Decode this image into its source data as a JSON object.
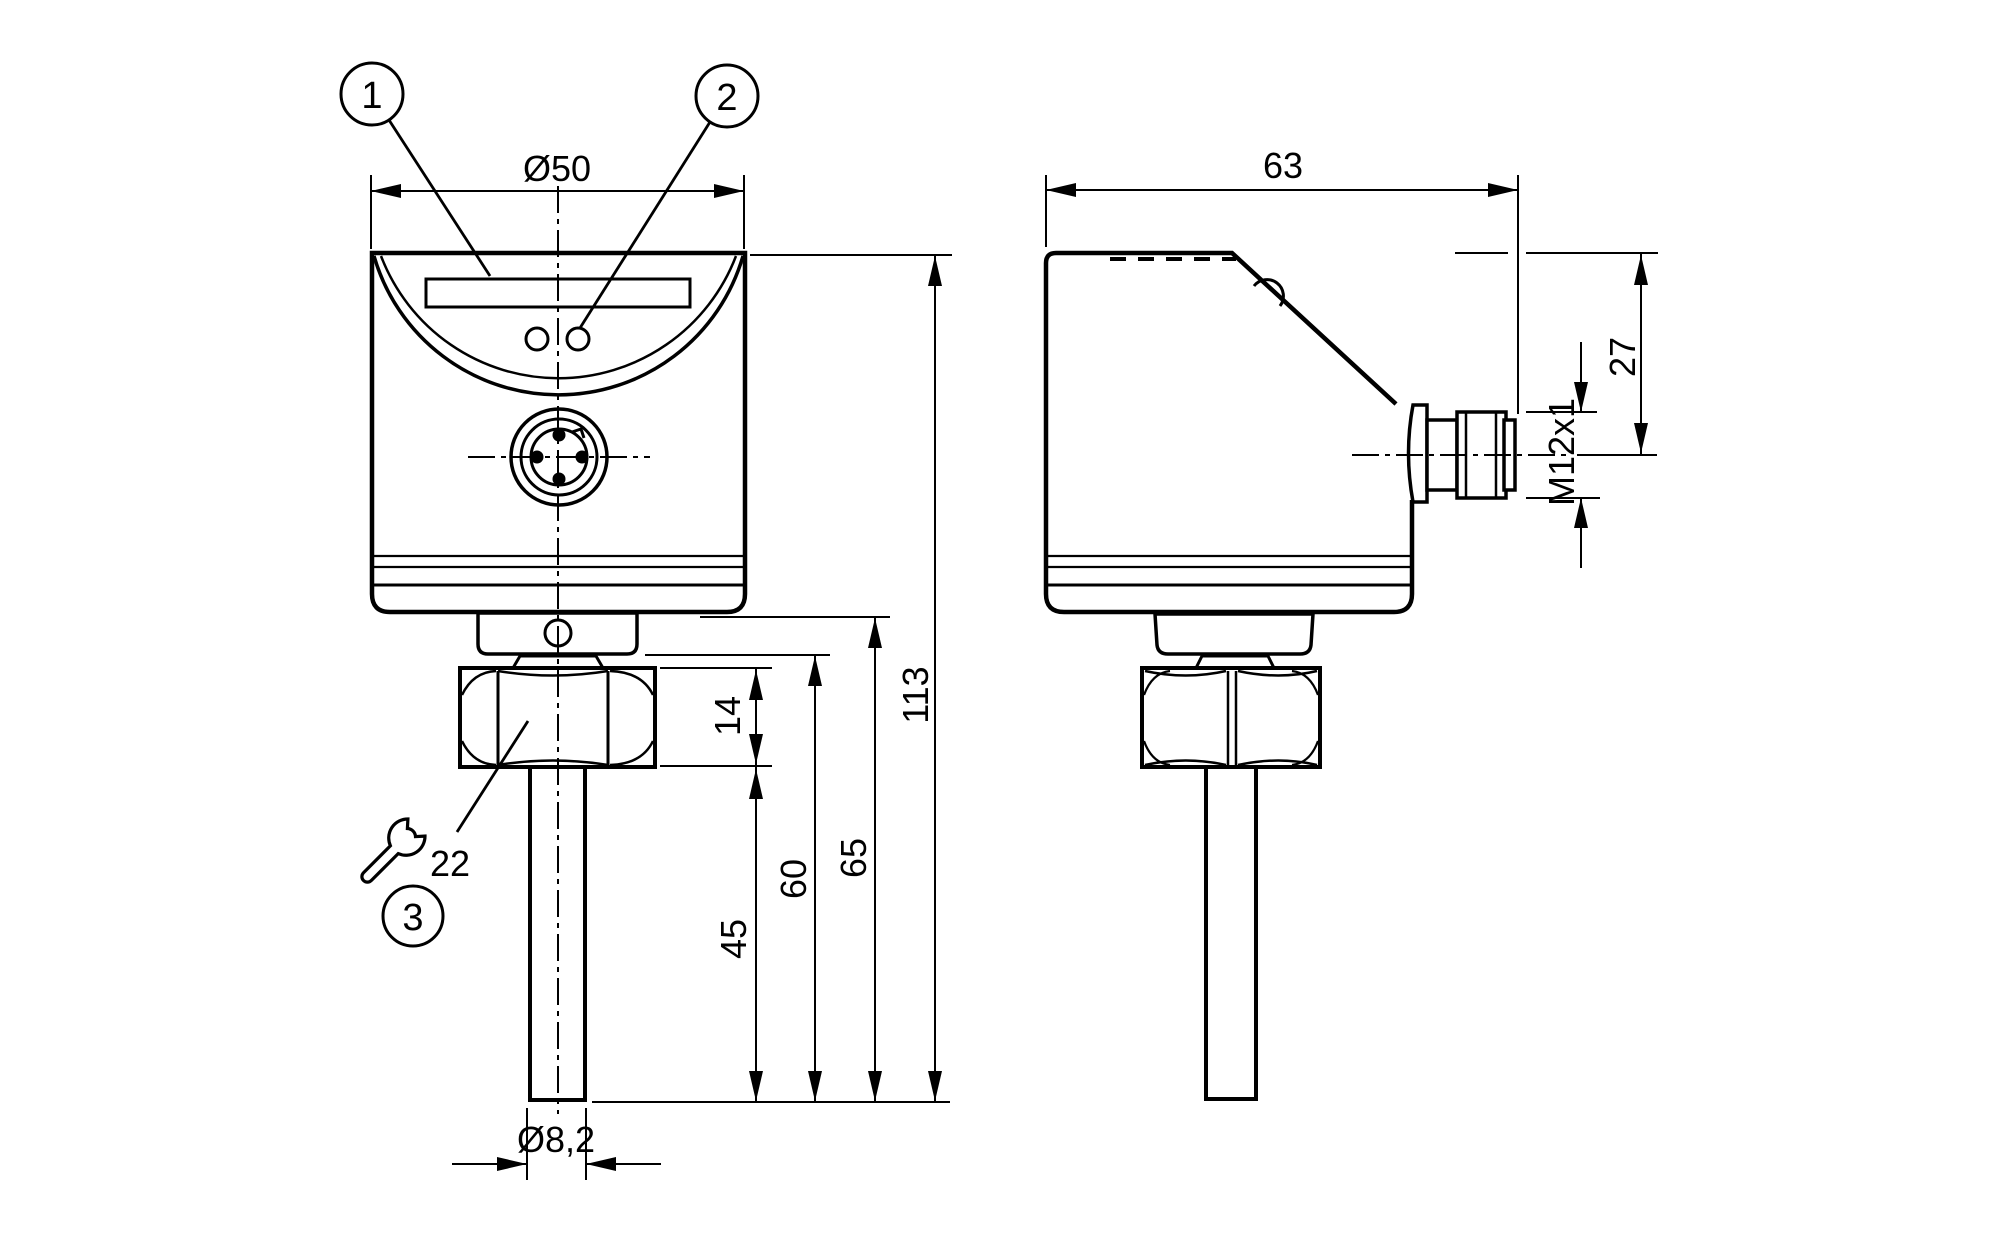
{
  "colors": {
    "line": "#000000",
    "background": "#ffffff"
  },
  "front_view": {
    "dim_width": "Ø50",
    "dim_total_height": "113",
    "dim_tip_to_thread": "65",
    "dim_tip_to_nut_top": "60",
    "dim_tip_to_nut_bottom": "45",
    "dim_nut_height": "14",
    "dim_probe_diameter": "Ø8,2",
    "wrench_size": "22",
    "callouts": {
      "display": "1",
      "led": "2",
      "wrench": "3"
    }
  },
  "side_view": {
    "dim_depth": "63",
    "dim_top_to_connector_axis": "27",
    "connector_thread_label": "M12x1"
  }
}
